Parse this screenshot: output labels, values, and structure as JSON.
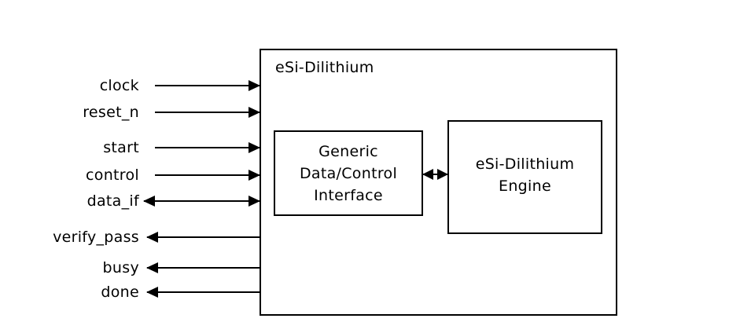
{
  "diagram": {
    "title": "eSi-Dilithium",
    "blocks": {
      "interface": {
        "label": "Generic Data/Control Interface",
        "lines": [
          "Generic",
          "Data/Control",
          "Interface"
        ]
      },
      "engine": {
        "label": "eSi-Dilithium Engine",
        "lines": [
          "eSi-Dilithium",
          "Engine"
        ]
      }
    },
    "connections": [
      {
        "from": "Generic Data/Control Interface",
        "to": "eSi-Dilithium Engine",
        "direction": "bidirectional"
      }
    ],
    "signals": [
      {
        "name": "clock",
        "direction": "input"
      },
      {
        "name": "reset_n",
        "direction": "input"
      },
      {
        "name": "start",
        "direction": "input"
      },
      {
        "name": "control",
        "direction": "input"
      },
      {
        "name": "data_if",
        "direction": "bidirectional"
      },
      {
        "name": "verify_pass",
        "direction": "output"
      },
      {
        "name": "busy",
        "direction": "output"
      },
      {
        "name": "done",
        "direction": "output"
      }
    ],
    "colors": {
      "line": "#000000",
      "text": "#000000",
      "background": "#ffffff"
    }
  }
}
